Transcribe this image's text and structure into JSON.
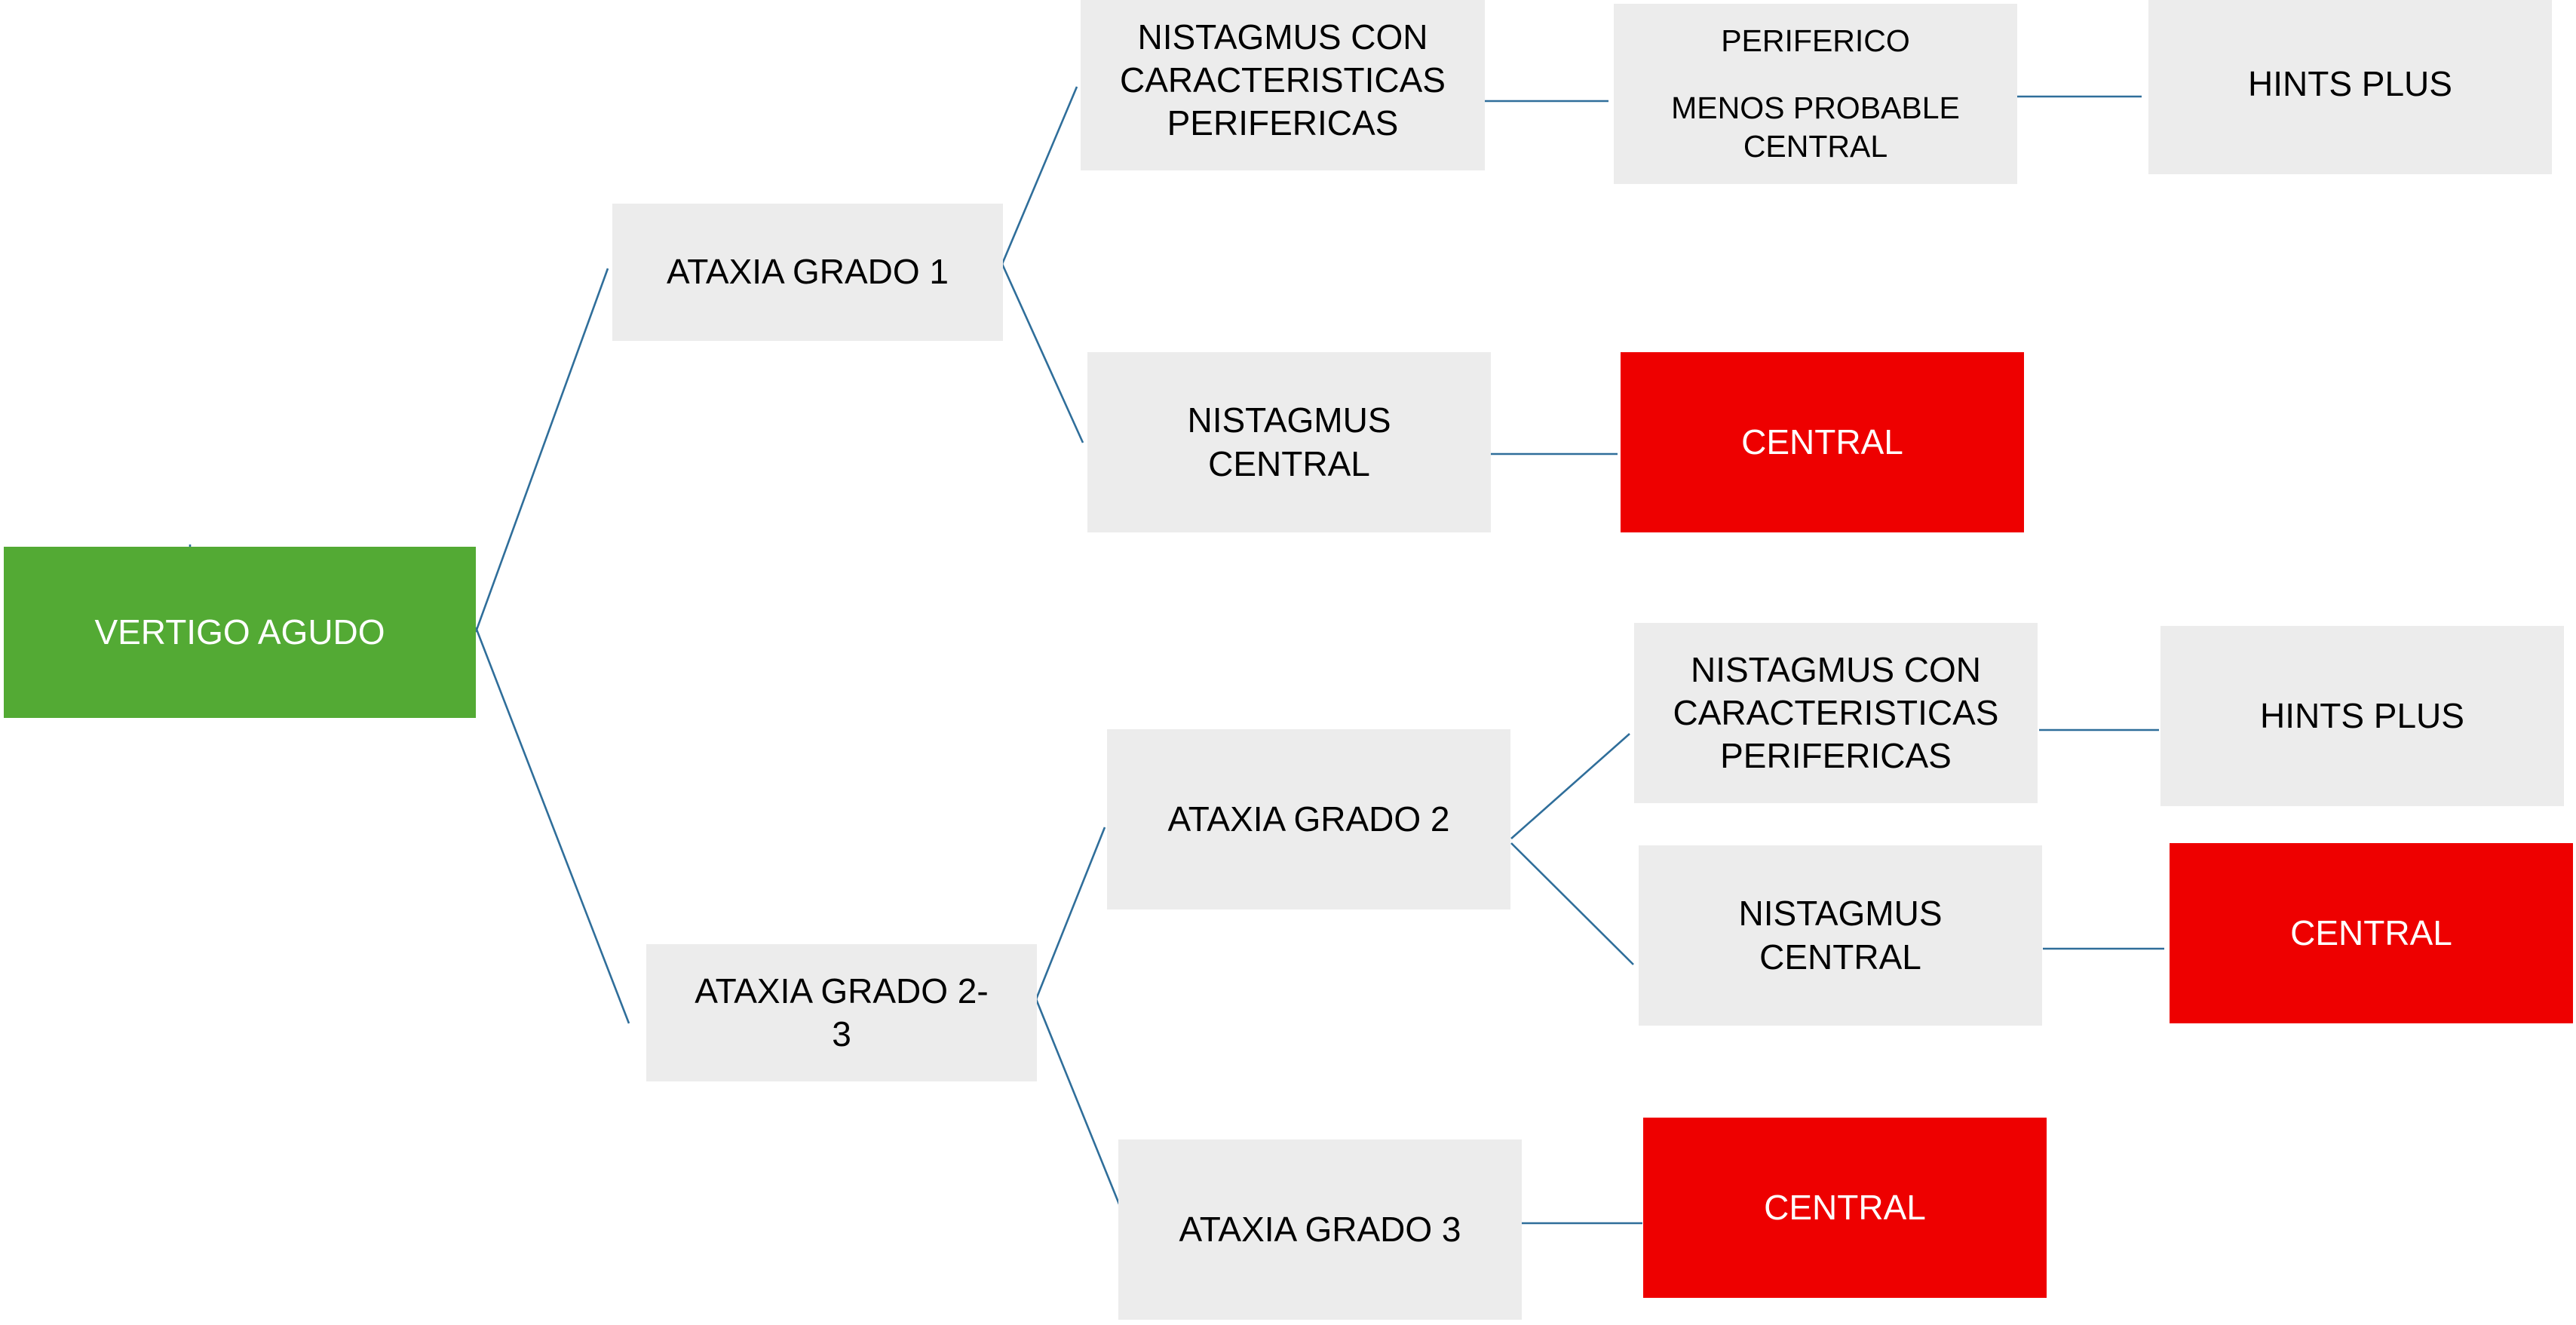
{
  "colors": {
    "root": "#53aa34",
    "central": "#ee0000",
    "node": "#ececec",
    "connector": "#2f6e9a"
  },
  "nodes": {
    "vertigo_agudo": {
      "lines": [
        "VERTIGO AGUDO"
      ]
    },
    "ataxia_grado_1": {
      "lines": [
        "ATAXIA GRADO 1"
      ]
    },
    "ataxia_grado_2_3": {
      "lines": [
        "ATAXIA GRADO 2-",
        "3"
      ]
    },
    "nistagmus_periferico_1": {
      "lines": [
        "NISTAGMUS CON",
        "CARACTERISTICAS",
        "PERIFERICAS"
      ]
    },
    "nistagmus_central_1": {
      "lines": [
        "NISTAGMUS",
        "CENTRAL"
      ]
    },
    "periferico_menos_probable": {
      "lines": [
        "PERIFERICO",
        "MENOS PROBABLE",
        "CENTRAL"
      ]
    },
    "hints_plus_1": {
      "lines": [
        "HINTS PLUS"
      ]
    },
    "central_1": {
      "lines": [
        "CENTRAL"
      ]
    },
    "ataxia_grado_2": {
      "lines": [
        "ATAXIA GRADO 2"
      ]
    },
    "ataxia_grado_3": {
      "lines": [
        "ATAXIA GRADO 3"
      ]
    },
    "nistagmus_periferico_2": {
      "lines": [
        "NISTAGMUS CON",
        "CARACTERISTICAS",
        "PERIFERICAS"
      ]
    },
    "nistagmus_central_2": {
      "lines": [
        "NISTAGMUS",
        "CENTRAL"
      ]
    },
    "hints_plus_2": {
      "lines": [
        "HINTS PLUS"
      ]
    },
    "central_2": {
      "lines": [
        "CENTRAL"
      ]
    },
    "central_3": {
      "lines": [
        "CENTRAL"
      ]
    }
  }
}
